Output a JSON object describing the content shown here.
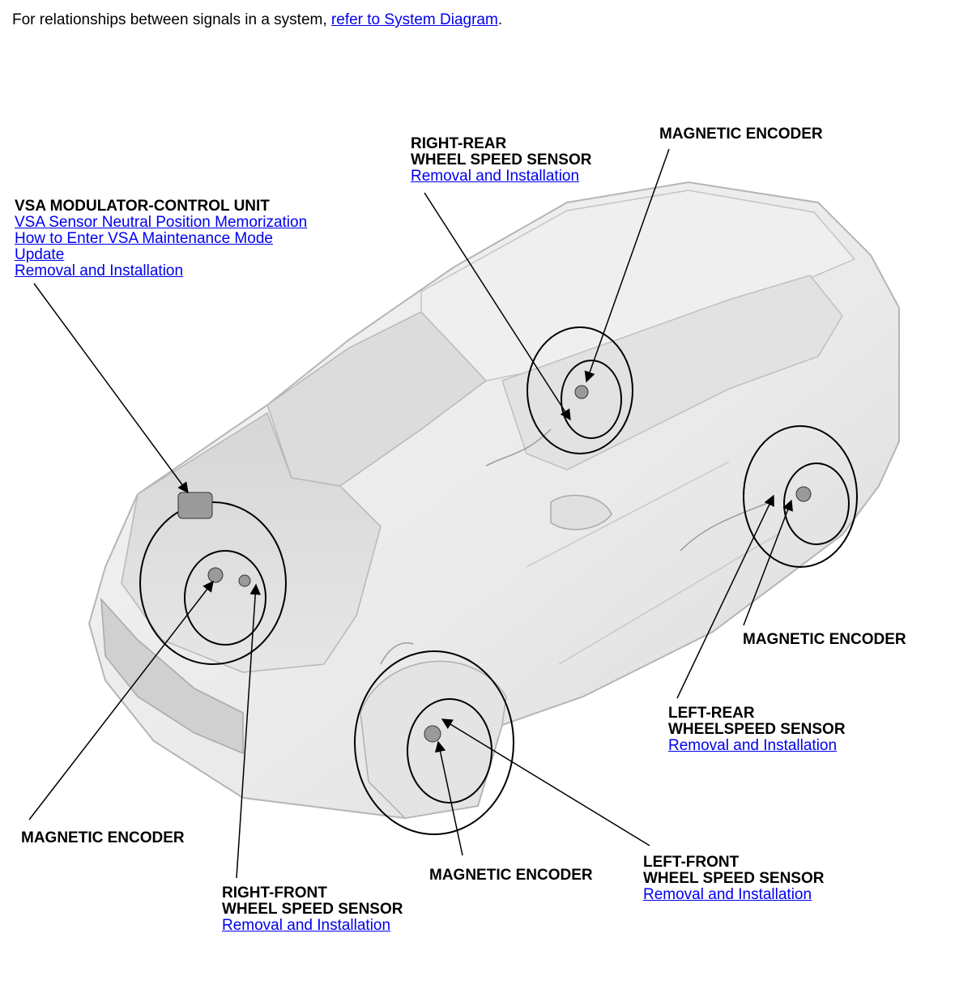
{
  "intro": {
    "prefix": "For relationships between signals in a system, ",
    "link": "refer to System Diagram",
    "suffix": "."
  },
  "callouts": {
    "vsa": {
      "title": "VSA MODULATOR-CONTROL UNIT",
      "links": [
        "VSA Sensor Neutral Position Memorization",
        "How to Enter VSA Maintenance Mode",
        "Update",
        "Removal and Installation"
      ]
    },
    "right_rear_sensor": {
      "title_line1": "RIGHT-REAR",
      "title_line2": "WHEEL SPEED SENSOR",
      "link": "Removal and Installation"
    },
    "encoder_rear_right": {
      "title": "MAGNETIC ENCODER"
    },
    "encoder_rear_left": {
      "title": "MAGNETIC ENCODER"
    },
    "left_rear_sensor": {
      "title_line1": "LEFT-REAR",
      "title_line2": "WHEELSPEED SENSOR",
      "link": "Removal and Installation"
    },
    "encoder_front_right": {
      "title": "MAGNETIC ENCODER"
    },
    "right_front_sensor": {
      "title_line1": "RIGHT-FRONT",
      "title_line2": "WHEEL SPEED SENSOR",
      "link": "Removal and Installation"
    },
    "encoder_front_left": {
      "title": "MAGNETIC ENCODER"
    },
    "left_front_sensor": {
      "title_line1": "LEFT-FRONT",
      "title_line2": "WHEEL SPEED SENSOR",
      "link": "Removal and Installation"
    }
  },
  "colors": {
    "link": "#0000ee",
    "line": "#000000"
  }
}
